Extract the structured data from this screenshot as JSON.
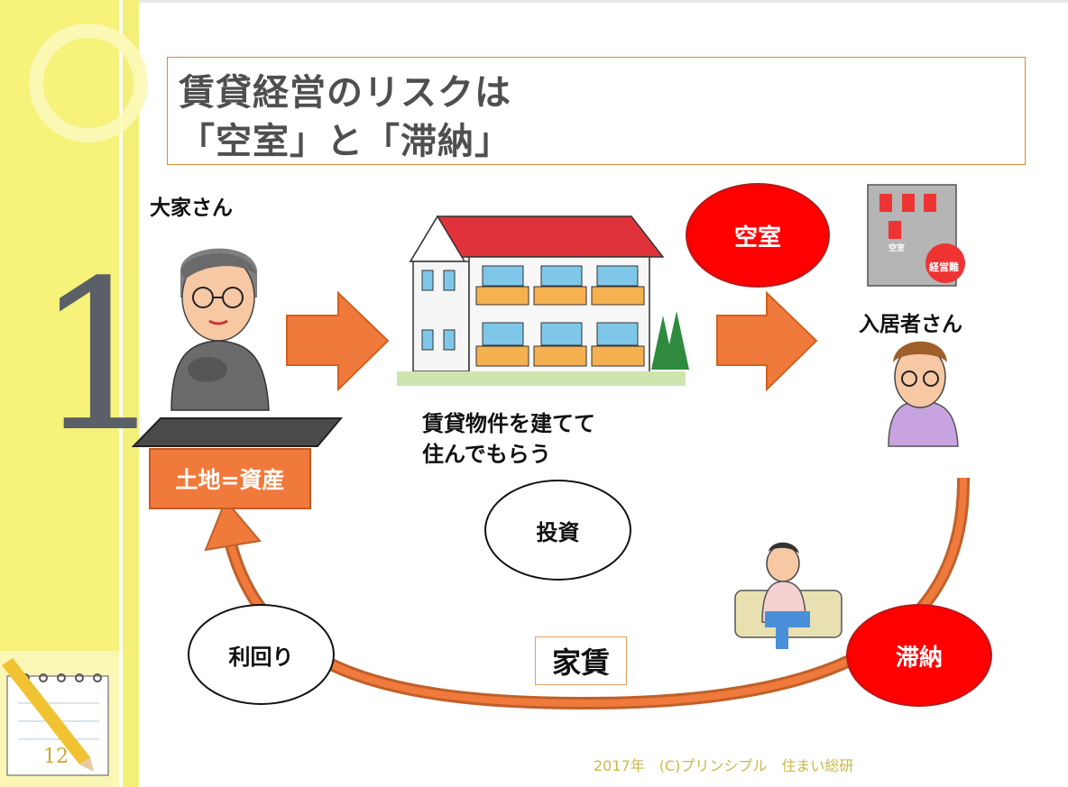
{
  "slide": {
    "title_line1": "賃貸経営のリスクは",
    "title_line2": "「空室」と「滞納」",
    "chapter_number": "1",
    "page_number": "12",
    "footer": "2017年　(C)プリンシプル　住まい総研"
  },
  "diagram": {
    "owner_label": "大家さん",
    "building_caption_line1": "賃貸物件を建てて",
    "building_caption_line2": "住んでもらう",
    "tenant_label": "入居者さん",
    "land_label": "土地=資産",
    "investment_label": "投資",
    "yield_label": "利回り",
    "rent_label": "家賃",
    "vacancy_label": "空室",
    "delinquency_label": "滞納",
    "management_sign": "経営難",
    "vacancy_sign": "空室"
  },
  "colors": {
    "sidebar": "#f6f27a",
    "arrow_orange": "#f07a3c",
    "alert_red": "#ff0000",
    "title_text": "#4f4f4f"
  }
}
